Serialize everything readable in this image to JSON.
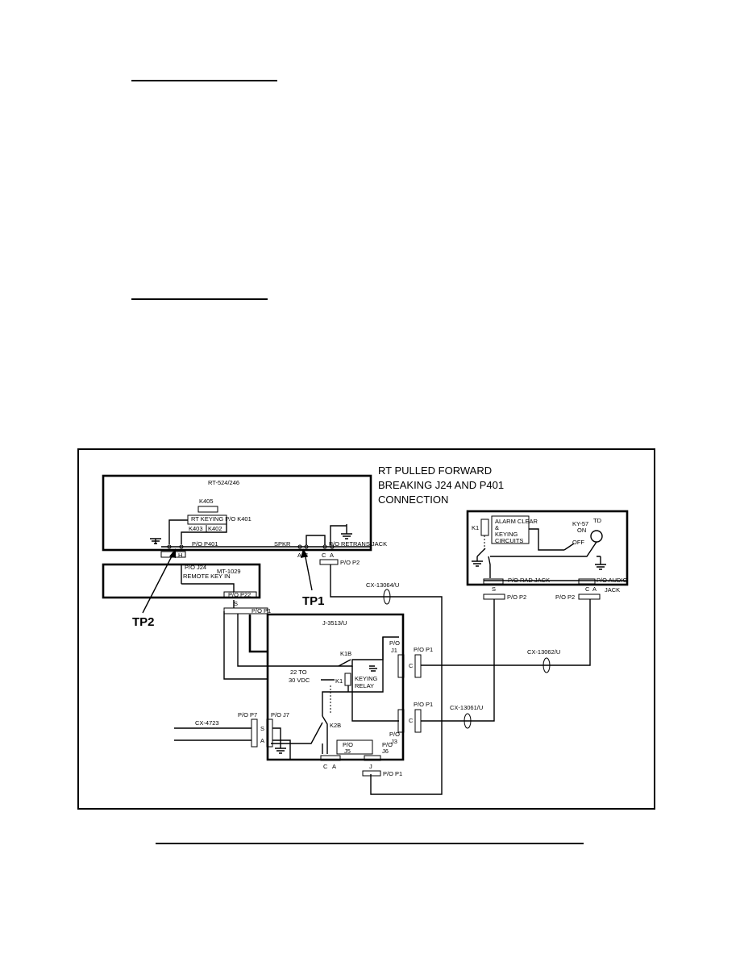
{
  "header": {
    "rule_1": "",
    "rule_2": ""
  },
  "diagram": {
    "title_lines": [
      "RT PULLED FORWARD",
      "BREAKING J24 AND P401",
      "CONNECTION"
    ],
    "rt": {
      "name": "RT-524/246",
      "k405": "K405",
      "keying": "RT KEYING P/O K401",
      "k403": "K403",
      "k402": "K402",
      "p401": "P/O P401",
      "spkr": "SPKR",
      "retrans": "P/O RETRANS JACK",
      "pin_h": "H",
      "pin_a": "A",
      "pin_c": "C",
      "pin_c2": "C",
      "pin_a2": "A",
      "p2": "P/O P2"
    },
    "mt": {
      "name": "MT-1029",
      "j24": "P/O J24",
      "remote": "REMOTE KEY IN",
      "p22": "P/O P22",
      "pin_s": "S"
    },
    "tp1": "TP1",
    "tp2": "TP2",
    "ky57": {
      "name": "KY-57",
      "k1": "K1",
      "alarm": "ALARM CLEAR",
      "amp": "&",
      "keying": "KEYING",
      "circuits": "CIRCUITS",
      "td": "TD",
      "on": "ON",
      "off": "OFF",
      "rad": "P/O RAD JACK",
      "audio": "P/O AUDIO",
      "jack": "JACK",
      "pin_s": "S",
      "pin_c": "C",
      "pin_a": "A",
      "p2": "P/O P2",
      "p2b": "P/O P2"
    },
    "cables": {
      "c1": "CX-13064/U",
      "c2": "CX-13062/U",
      "c3": "CX-13061/U",
      "c4": "CX-4723"
    },
    "j3513": {
      "name": "J-3513/U",
      "p1top": "P/O P1",
      "j1a": "P/O",
      "j1b": "J1",
      "p1a": "P/O P1",
      "k1b": "K1B",
      "volt1": "22 TO",
      "volt2": "30 VDC",
      "k1": "K1",
      "relay1": "KEYING",
      "relay2": "RELAY",
      "p1b": "P/O P1",
      "j3a": "P/O",
      "j3b": "J3",
      "k2b": "K2B",
      "p7": "P/O P7",
      "j7": "P/O J7",
      "pin_s": "S",
      "pin_a": "A",
      "j5a": "P/O",
      "j5b": "J5",
      "j6a": "P/O",
      "j6b": "J6",
      "pin_c": "C",
      "pin_a2": "A",
      "pin_j": "J",
      "pin_c1": "C",
      "pin_c3": "C",
      "p1c": "P/O P1"
    }
  }
}
